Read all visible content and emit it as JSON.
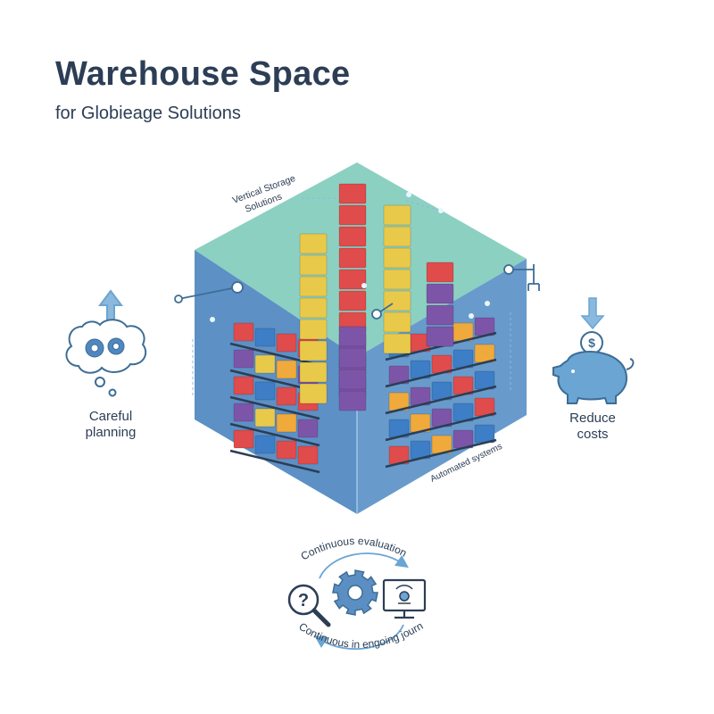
{
  "header": {
    "title": "Warehouse Space",
    "subtitle": "for Globieage Solutions"
  },
  "cube": {
    "label_vertical": [
      "Vertical Storage",
      "Solutions"
    ],
    "label_automated": "Automated systems"
  },
  "left_panel": {
    "label_line1": "Careful",
    "label_line2": "planning",
    "icon": "thought-cloud-gears-icon"
  },
  "right_panel": {
    "label_line1": "Reduce",
    "label_line2": "costs",
    "icon": "piggy-bank-icon"
  },
  "cycle": {
    "top_label": "Continuous evaluation",
    "bottom_label": "Continuous in engoing journey",
    "icons": [
      "search-question-icon",
      "gear-icon",
      "monitor-icon"
    ]
  },
  "colors": {
    "cube_top": "#86cdbf",
    "cube_left": "#4f87c0",
    "cube_right": "#5b93c8",
    "box_red": "#e04b4b",
    "box_orange": "#f0a93b",
    "box_blue": "#3d7ec6",
    "box_purple": "#7d55a8",
    "box_yellow": "#e8c94a",
    "text": "#2c3e55",
    "icon_stroke": "#3d6d96"
  }
}
